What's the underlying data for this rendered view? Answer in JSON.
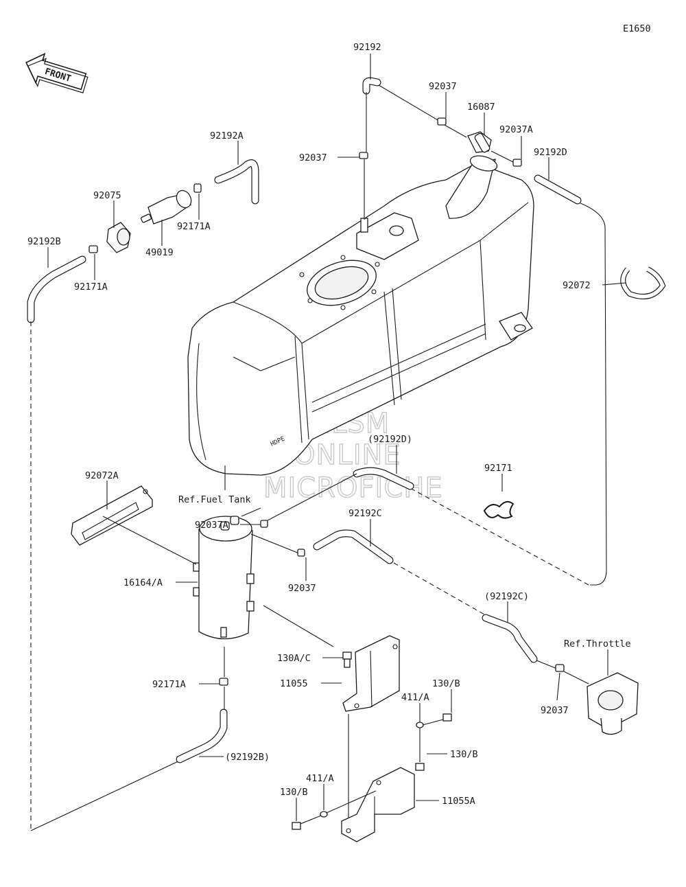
{
  "diagram_code": "E1650",
  "front_label": "FRONT",
  "watermark": [
    "HLSM",
    "ONLINE",
    "MICROFICHE"
  ],
  "callouts": [
    {
      "id": "c1",
      "text": "92192"
    },
    {
      "id": "c2",
      "text": "92037"
    },
    {
      "id": "c3",
      "text": "16087"
    },
    {
      "id": "c4",
      "text": "92037A"
    },
    {
      "id": "c5",
      "text": "92192D"
    },
    {
      "id": "c6",
      "text": "92037"
    },
    {
      "id": "c7",
      "text": "92192A"
    },
    {
      "id": "c8",
      "text": "92075"
    },
    {
      "id": "c9",
      "text": "92171A"
    },
    {
      "id": "c10",
      "text": "49019"
    },
    {
      "id": "c11",
      "text": "92192B"
    },
    {
      "id": "c12",
      "text": "92171A"
    },
    {
      "id": "c13",
      "text": "92072"
    },
    {
      "id": "c14",
      "text": "(92192D)"
    },
    {
      "id": "c15",
      "text": "92171"
    },
    {
      "id": "c16",
      "text": "92072A"
    },
    {
      "id": "c17",
      "text": "Ref.Fuel Tank"
    },
    {
      "id": "c18",
      "text": "92037A"
    },
    {
      "id": "c19",
      "text": "92192C"
    },
    {
      "id": "c20",
      "text": "16164/A"
    },
    {
      "id": "c21",
      "text": "92037"
    },
    {
      "id": "c22",
      "text": "(92192C)"
    },
    {
      "id": "c23",
      "text": "Ref.Throttle"
    },
    {
      "id": "c24",
      "text": "130A/C"
    },
    {
      "id": "c25",
      "text": "11055"
    },
    {
      "id": "c26",
      "text": "130/B"
    },
    {
      "id": "c27",
      "text": "411/A"
    },
    {
      "id": "c28",
      "text": "92037"
    },
    {
      "id": "c29",
      "text": "92171A"
    },
    {
      "id": "c30",
      "text": "130/B"
    },
    {
      "id": "c31",
      "text": "(92192B)"
    },
    {
      "id": "c32",
      "text": "411/A"
    },
    {
      "id": "c33",
      "text": "130/B"
    },
    {
      "id": "c34",
      "text": "11055A"
    }
  ]
}
